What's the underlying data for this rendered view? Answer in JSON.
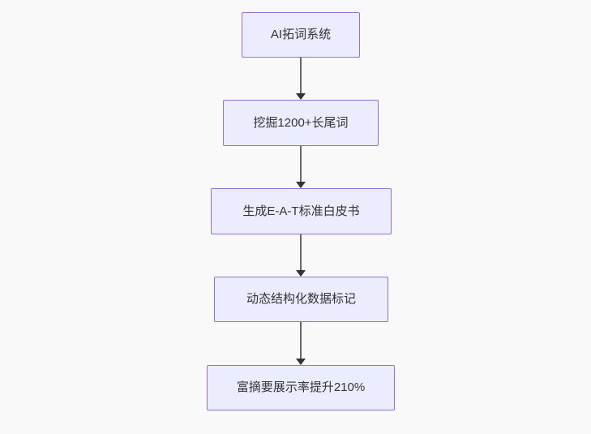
{
  "diagram": {
    "type": "flowchart-vertical",
    "colors": {
      "canvas_background": "#f9f9f9",
      "node_fill": "#ECECFF",
      "node_border": "#9370DB",
      "node_text": "#333333",
      "arrow_line": "#666666",
      "arrow_head": "#333333"
    },
    "nodes": [
      {
        "label": "AI拓词系统"
      },
      {
        "label": "挖掘1200+长尾词"
      },
      {
        "label": "生成E-A-T标准白皮书"
      },
      {
        "label": "动态结构化数据标记"
      },
      {
        "label": "富摘要展示率提升210%"
      }
    ],
    "edges": [
      {
        "from": 0,
        "to": 1,
        "direction": "down"
      },
      {
        "from": 1,
        "to": 2,
        "direction": "down"
      },
      {
        "from": 2,
        "to": 3,
        "direction": "down"
      },
      {
        "from": 3,
        "to": 4,
        "direction": "down"
      }
    ]
  }
}
